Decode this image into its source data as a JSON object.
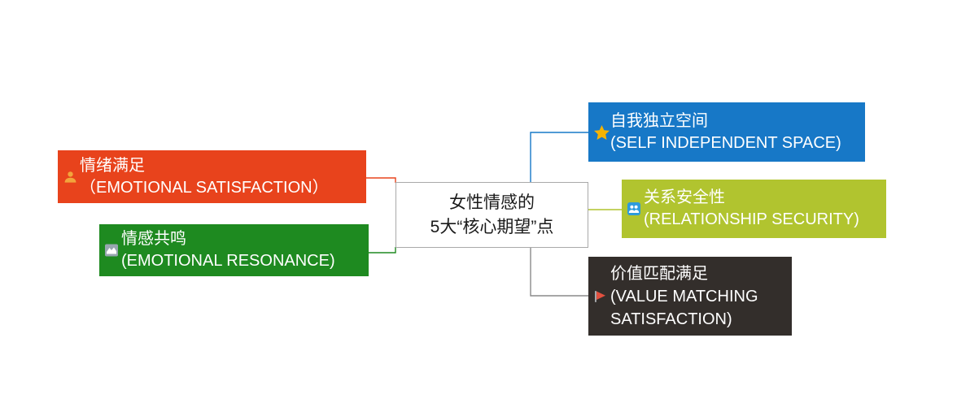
{
  "diagram": {
    "type": "mindmap",
    "background": "#ffffff",
    "root": {
      "lines": [
        "女性情感的",
        "5大“核心期望”点"
      ],
      "text_color": "#1a1a1a",
      "fill": "#ffffff",
      "border_color": "#a9a9a9"
    },
    "branches": [
      {
        "key": "emotional-satisfaction",
        "label": "情绪满足",
        "label_en": "（EMOTIONAL SATISFACTION）",
        "color": "#e8431c",
        "text_color": "#ffffff",
        "icon": "person-icon",
        "icon_color": "#f2a53c",
        "side": "left"
      },
      {
        "key": "emotional-resonance",
        "label": "情感共鸣",
        "label_en": "(EMOTIONAL RESONANCE)",
        "color": "#1e8a20",
        "text_color": "#ffffff",
        "icon": "area-chart-icon",
        "icon_color": "#97a6af",
        "side": "left"
      },
      {
        "key": "self-independent-space",
        "label": "自我独立空间",
        "label_en": "(SELF INDEPENDENT SPACE)",
        "color": "#1778c7",
        "text_color": "#ffffff",
        "icon": "star-icon",
        "icon_color": "#f5b301",
        "side": "right"
      },
      {
        "key": "relationship-security",
        "label": "关系安全性",
        "label_en": "(RELATIONSHIP SECURITY)",
        "color": "#b1c42f",
        "text_color": "#ffffff",
        "icon": "users-icon",
        "icon_color": "#2d9bdb",
        "side": "right"
      },
      {
        "key": "value-matching-satisfaction",
        "label": "价值匹配满足",
        "label_en": "(VALUE MATCHING SATISFACTION)",
        "color": "#332e2b",
        "text_color": "#ffffff",
        "icon": "flag-icon",
        "icon_color": "#e2503f",
        "side": "right"
      }
    ],
    "connector_gray": "#8a8a8a"
  }
}
